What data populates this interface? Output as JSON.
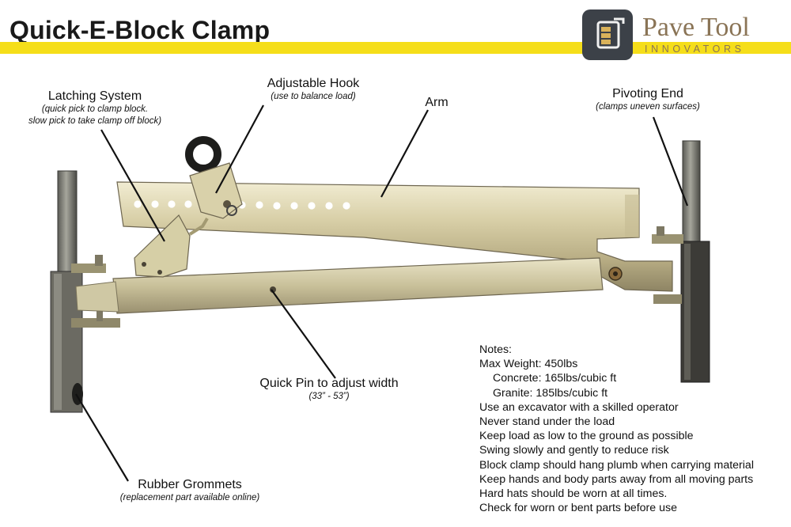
{
  "title": "Quick-E-Block Clamp",
  "brand": {
    "name": "Pave Tool",
    "tagline": "INNOVATORS"
  },
  "colors": {
    "accent_yellow": "#f5de1a",
    "brand_brown": "#8a7456",
    "logo_bg": "#3c4148"
  },
  "callouts": {
    "latching": {
      "label": "Latching System",
      "note_line1": "(quick pick to clamp block.",
      "note_line2": "slow pick to take clamp off block)"
    },
    "hook": {
      "label": "Adjustable Hook",
      "note": "(use to balance load)"
    },
    "arm": {
      "label": "Arm"
    },
    "pivot": {
      "label": "Pivoting End",
      "note": "(clamps uneven surfaces)"
    },
    "quickpin": {
      "label": "Quick Pin to adjust width",
      "note": "(33” - 53”)"
    },
    "grommets": {
      "label": "Rubber Grommets",
      "note": "(replacement part available online)"
    }
  },
  "notes": {
    "heading": "Notes:",
    "max_weight": "Max Weight: 450lbs",
    "concrete": "Concrete: 165lbs/cubic ft",
    "granite": "Granite: 185lbs/cubic ft",
    "items": [
      "Use an excavator with a skilled operator",
      "Never stand under the load",
      "Keep load as low to the ground as possible",
      "Swing slowly and gently to reduce risk",
      "Block clamp should hang plumb when carrying material",
      "Keep hands and body parts away from all moving parts",
      "Hard hats should be worn at all times.",
      "Check for worn or bent parts before use"
    ]
  }
}
